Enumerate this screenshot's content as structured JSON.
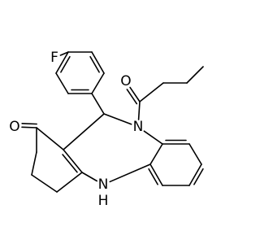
{
  "molecule": {
    "atoms": {
      "fluorine": "F",
      "ketone_oxygen": "O",
      "amide_oxygen": "O",
      "amide_nitrogen": "N",
      "amine_nitrogen": "N",
      "amine_hydrogen": "H"
    },
    "colors": {
      "bond": "#000000",
      "background": "#ffffff",
      "label": "#000000"
    }
  }
}
